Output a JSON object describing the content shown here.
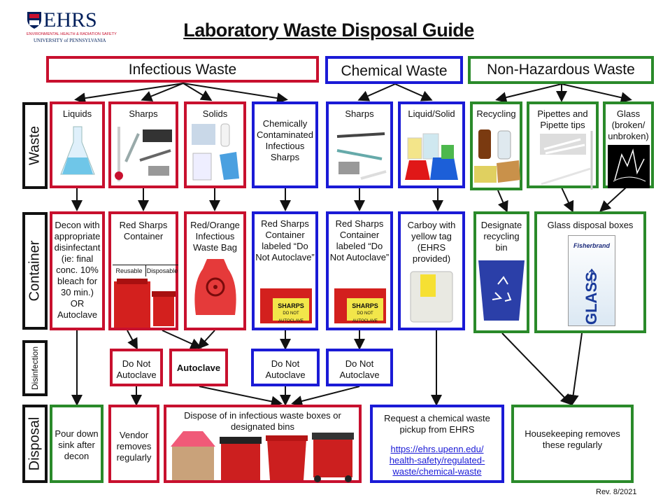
{
  "logo": {
    "name": "EHRS",
    "line1": "ENVIRONMENTAL HEALTH & RADIATION SAFETY",
    "line2": "UNIVERSITY of PENNSYLVANIA"
  },
  "title": "Laboratory Waste Disposal Guide",
  "revision": "Rev. 8/2021",
  "rows": {
    "waste": "Waste",
    "container": "Container",
    "disinfection": "Disinfection",
    "disposal": "Disposal"
  },
  "categories": {
    "infectious": "Infectious Waste",
    "chemical": "Chemical Waste",
    "nonhazardous": "Non-Hazardous Waste"
  },
  "waste": {
    "liquids": "Liquids",
    "sharps": "Sharps",
    "solids": "Solids",
    "chem_sharps": "Chemically Contaminated Infectious Sharps",
    "chem_sharps2": "Sharps",
    "liquid_solid": "Liquid/Solid",
    "recycling": "Recycling",
    "pipettes": "Pipettes and Pipette tips",
    "glass": "Glass (broken/ unbroken)"
  },
  "container": {
    "decon": "Decon with appropriate disinfectant (ie: final conc. 10% bleach for 30 min.) OR Autoclave",
    "red_sharps": "Red Sharps Container",
    "reusable": "Reusable",
    "disposable": "Disposable",
    "bag": "Red/Orange Infectious Waste Bag",
    "do_not_autoclave_1": "Red Sharps Container labeled “Do Not Autoclave”",
    "do_not_autoclave_2": "Red Sharps Container labeled “Do Not Autoclave”",
    "carboy": "Carboy with yellow tag (EHRS provided)",
    "recycling_bin": "Designate recycling bin",
    "glass_boxes": "Glass disposal boxes",
    "sharps_label": "SHARPS",
    "sharps_sub": "DO NOT AUTOCLAVE",
    "fisherbrand": "Fisherbrand",
    "glass_word": "GLASS"
  },
  "disinfection": {
    "dna1": "Do Not Autoclave",
    "autoclave": "Autoclave",
    "dna2": "Do Not Autoclave",
    "dna3": "Do Not Autoclave"
  },
  "disposal": {
    "sink": "Pour down sink after decon",
    "vendor": "Vendor removes regularly",
    "infectious_boxes": "Dispose of in infectious waste boxes or designated bins",
    "chem_pickup": "Request a chemical waste pickup from EHRS",
    "chem_link": "https://ehrs.upenn.edu/ health-safety/regulated- waste/chemical-waste",
    "housekeeping": "Housekeeping removes these regularly"
  },
  "colors": {
    "infectious": "#c8102e",
    "chemical": "#1a1ad6",
    "nonhazardous": "#2a8a2a",
    "logo": "#011F5B"
  }
}
